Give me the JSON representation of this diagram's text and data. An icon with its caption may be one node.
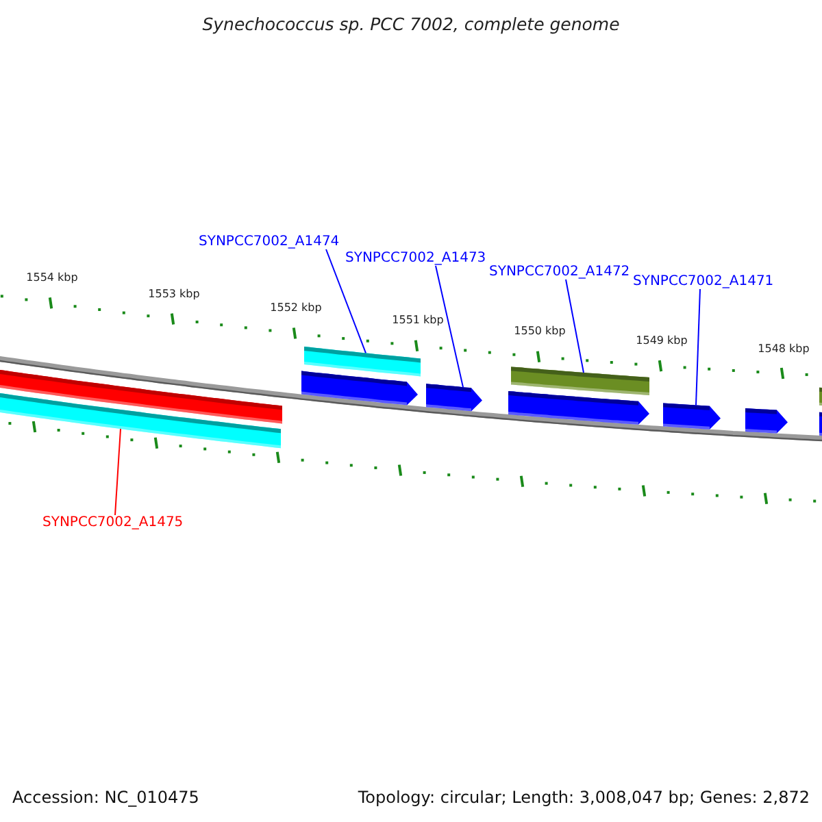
{
  "diagram": {
    "title": "Synechococcus sp. PCC 7002, complete genome",
    "nodes": [
      {
        "text": [
          "SYNPCC7002_A1474"
        ]
      },
      {
        "text": [
          "SYNPCC7002_A1473"
        ]
      },
      {
        "text": [
          "SYNPCC7002_A1472"
        ]
      },
      {
        "text": [
          "SYNPCC7002_A1471"
        ]
      },
      {
        "text": [
          "SYNPCC7002_A1475"
        ]
      },
      {
        "text": [],
        "shape": "bar"
      },
      {
        "text": [],
        "shape": "bar"
      },
      {
        "text": [],
        "shape": "bar"
      },
      {
        "text": [],
        "shape": "arrow"
      },
      {
        "text": [],
        "shape": "arrow"
      },
      {
        "text": [],
        "shape": "bar"
      },
      {
        "text": [],
        "shape": "arrow"
      },
      {
        "text": [],
        "shape": "arrow"
      },
      {
        "text": [],
        "shape": "arrow"
      },
      {
        "text": [],
        "shape": "bar"
      },
      {
        "text": [],
        "shape": "arrow"
      }
    ],
    "edges": [
      {
        "from": 0,
        "to": 7,
        "arrow": "none"
      },
      {
        "from": 1,
        "to": 9,
        "arrow": "none"
      },
      {
        "from": 2,
        "to": 10,
        "arrow": "none"
      },
      {
        "from": 3,
        "to": 12,
        "arrow": "none"
      },
      {
        "from": 4,
        "to": 6,
        "arrow": "none",
        "color": "#ff0000"
      }
    ],
    "labels": [
      "1554 kbp",
      "1553 kbp",
      "1552 kbp",
      "1551 kbp",
      "1550 kbp",
      "1549 kbp",
      "1548 kbp",
      "Accession: NC_010475",
      "Topology: circular; Length: 3,008,047 bp; Genes: 2,872"
    ]
  }
}
